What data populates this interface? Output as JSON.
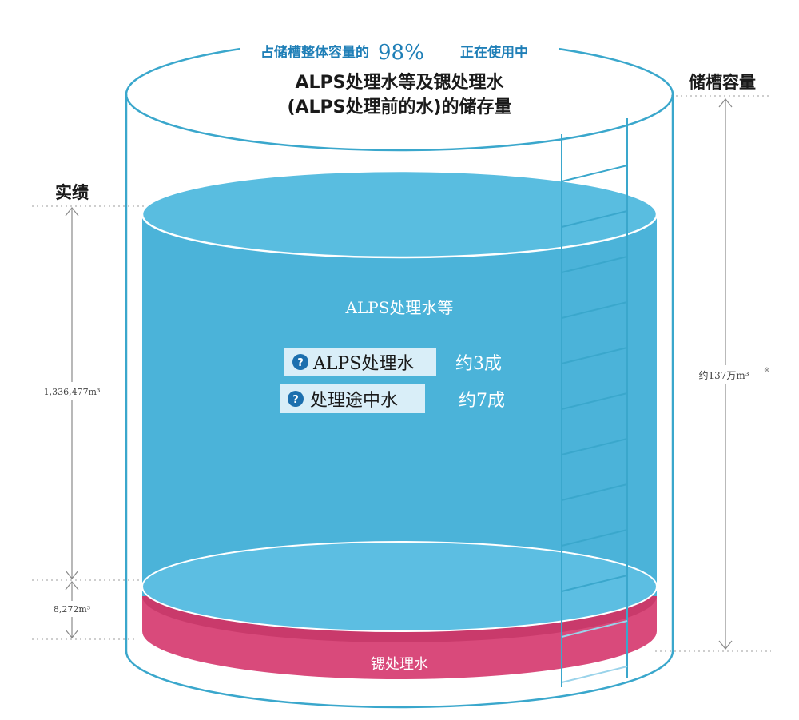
{
  "usage_banner": {
    "prefix": "占储槽整体容量的",
    "percent": "98%",
    "suffix": "正在使用中"
  },
  "title": {
    "line1": "ALPS处理水等及锶处理水",
    "line2": "(ALPS处理前的水)的储存量"
  },
  "left_axis": {
    "label": "实绩",
    "upper_value": "1,336,477m³",
    "lower_value": "8,272m³"
  },
  "right_axis": {
    "label": "储槽容量",
    "value": "约137万m³",
    "footnote_mark": "※"
  },
  "blue_section": {
    "label": "ALPS处理水等",
    "color": "#4bb3d9"
  },
  "legend_items": [
    {
      "icon": "help-icon",
      "name": "ALPS处理水",
      "share": "约3成"
    },
    {
      "icon": "help-icon",
      "name": "处理途中水",
      "share": "约7成"
    }
  ],
  "pink_section": {
    "label": "锶处理水",
    "color": "#d94a7b"
  },
  "colors": {
    "tank_outline": "#3aa7cc",
    "blue_top": "#59bde0",
    "pink_dark": "#c93a6b",
    "axis_line": "#8a8a8a",
    "dotted": "#bdbdbd",
    "legend_bg": "#d9eef8",
    "icon_bg": "#1c6fae"
  }
}
